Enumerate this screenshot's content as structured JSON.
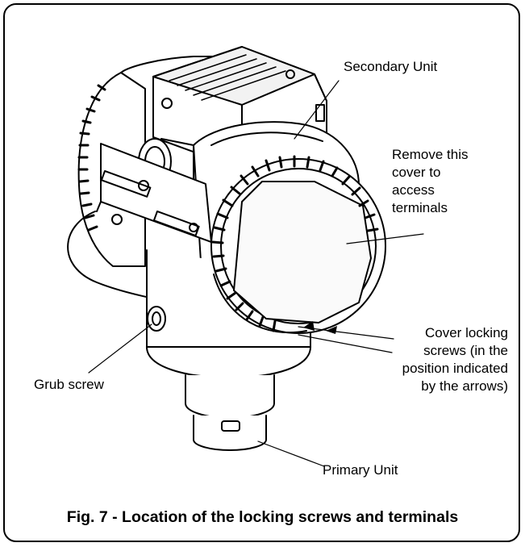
{
  "labels": {
    "secondary_unit": "Secondary Unit",
    "remove_cover": "Remove this\ncover to\naccess\nterminals",
    "cover_locking": "Cover locking\nscrews (in the\nposition indicated\nby the arrows)",
    "grub_screw": "Grub screw",
    "primary_unit": "Primary Unit"
  },
  "caption": "Fig. 7 - Location of the locking screws and terminals"
}
